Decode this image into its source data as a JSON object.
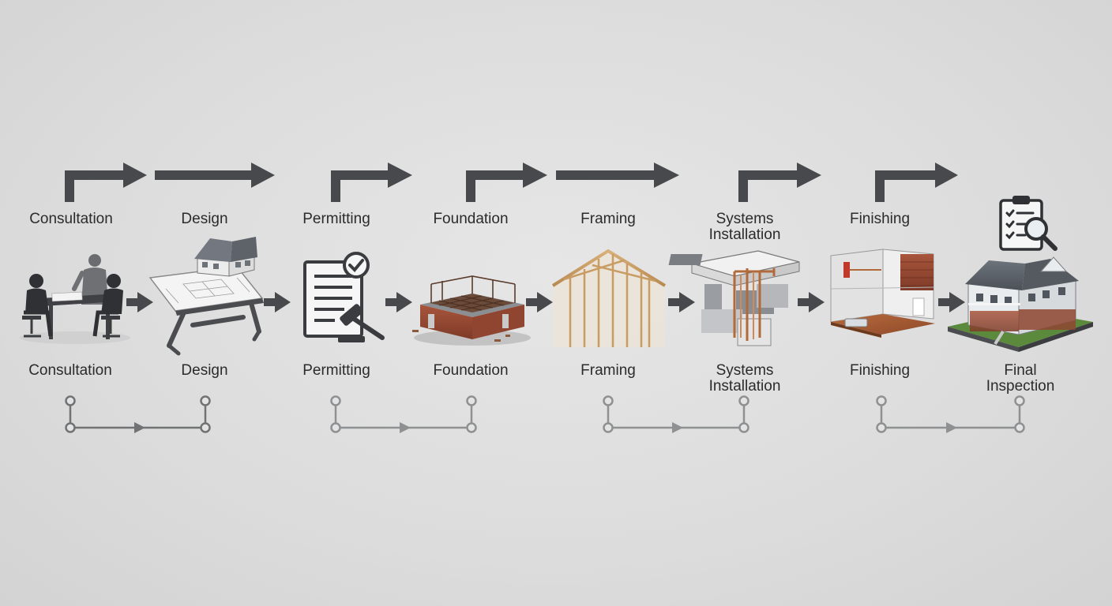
{
  "top_labels": [
    "Consultation",
    "Design",
    "Permitting",
    "Foundation",
    "Framing",
    "Systems\nInstallation",
    "Finishing"
  ],
  "bottom_labels": [
    "Consultation",
    "Design",
    "Permitting",
    "Foundation",
    "Framing",
    "Systems\nInstallation",
    "Finishing",
    "Final\nInspection"
  ],
  "icons": [
    "meeting-icon",
    "drafting-table-icon",
    "permit-document-icon",
    "foundation-icon",
    "house-framing-icon",
    "systems-installation-icon",
    "finished-interior-icon",
    "finished-house-icon",
    "inspection-clipboard-icon"
  ],
  "colors": {
    "arrow": "#47494c",
    "connector": "#707274",
    "connector_light": "#8e9092",
    "text": "#2b2b2b"
  }
}
